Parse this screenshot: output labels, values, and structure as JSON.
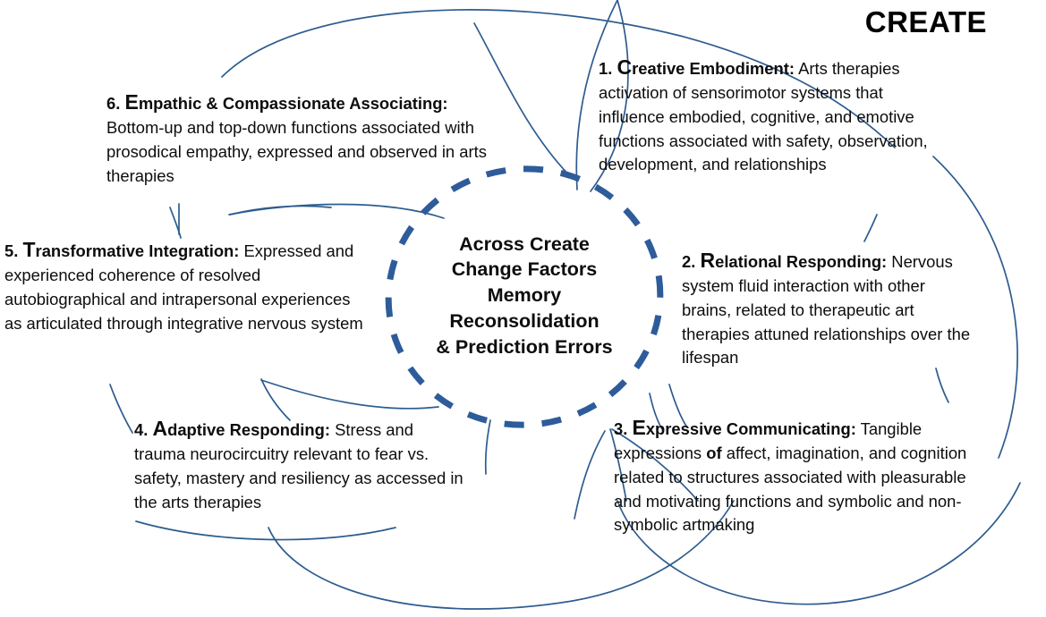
{
  "brand": {
    "title": "CREATE"
  },
  "hub": {
    "name": "center-hub",
    "lines": [
      "Across Create",
      "Change Factors",
      "Memory",
      "Reconsolidation",
      "& Prediction Errors"
    ]
  },
  "colors": {
    "arc_stroke": "#2d5c8f",
    "dashed_circle": "#2e5c9a",
    "text": "#0d0d0d",
    "background": "#ffffff"
  },
  "factors": [
    {
      "id": "creative-embodiment",
      "number": "1.",
      "cap": "C",
      "term": "reative Embodiment:",
      "body": " Arts therapies  activation of sensorimotor systems that influence embodied, cognitive, and emotive functions associated with safety, observation, development, and relationships"
    },
    {
      "id": "relational-responding",
      "number": "2.",
      "cap": "R",
      "term": "elational Responding:",
      "body": " Nervous system fluid interaction with other brains, related to therapeutic art therapies attuned relationships over the lifespan"
    },
    {
      "id": "expressive-communicating",
      "number": "3.",
      "cap": "E",
      "term": "xpressive Communicating:",
      "body_pre": " Tangible expressions ",
      "body_bold": "of",
      "body_post": " affect, imagination, and cognition related to structures associated with pleasurable and motivating functions and symbolic and non-symbolic artmaking"
    },
    {
      "id": "adaptive-responding",
      "number": "4.",
      "cap": "A",
      "term": "daptive Responding:",
      "body": " Stress and trauma neurocircuitry relevant to fear vs. safety, mastery and resiliency as accessed in the arts therapies"
    },
    {
      "id": "transformative-integration",
      "number": "5.",
      "cap": "T",
      "term": "ransformative Integration:",
      "body": " Expressed and experienced coherence of resolved autobiographical and intrapersonal experiences as articulated through integrative nervous system"
    },
    {
      "id": "empathic-compassionate-associating",
      "number": "6.",
      "cap": "E",
      "term": "mpathic & Compassionate Associating:",
      "body": " Bottom-up and top-down functions associated with prosodical empathy, expressed and observed in arts therapies"
    }
  ]
}
